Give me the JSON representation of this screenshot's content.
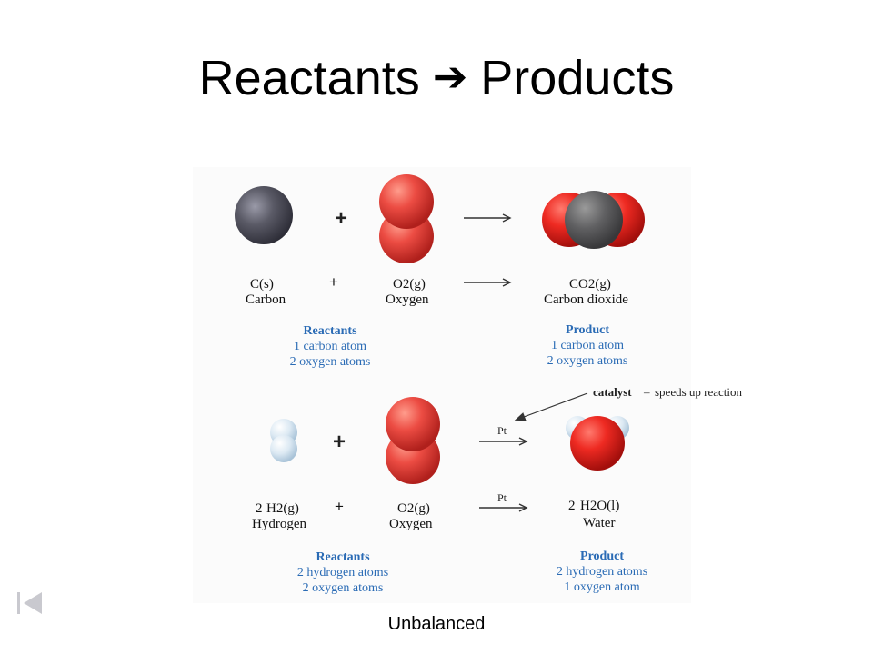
{
  "slide": {
    "title_left": "Reactants",
    "title_arrow": "➔",
    "title_right": "Products",
    "footer": "Unbalanced"
  },
  "reaction1": {
    "plus": "+",
    "reactant1_formula": "C(s)",
    "reactant1_name": "Carbon",
    "reactant2_formula": "O2(g)",
    "reactant2_name": "Oxygen",
    "product_formula": "CO2(g)",
    "product_name": "Carbon dioxide",
    "reactants_heading": "Reactants",
    "reactants_lines": [
      "1 carbon atom",
      "2 oxygen atoms"
    ],
    "product_heading": "Product",
    "product_lines": [
      "1 carbon atom",
      "2 oxygen atoms"
    ]
  },
  "annotation": {
    "term": "catalyst",
    "dash": "–",
    "text": "speeds up reaction"
  },
  "reaction2": {
    "plus": "+",
    "catalyst_label": "Pt",
    "reactant1_coef": "2",
    "reactant1_formula": "H2(g)",
    "reactant1_name": "Hydrogen",
    "reactant2_formula": "O2(g)",
    "reactant2_name": "Oxygen",
    "product_coef": "2",
    "product_formula": "H2O(l)",
    "product_name": "Water",
    "reactants_heading": "Reactants",
    "reactants_lines": [
      "2 hydrogen atoms",
      "2 oxygen atoms"
    ],
    "product_heading": "Product",
    "product_lines": [
      "2 hydrogen atoms",
      "1 oxygen atom"
    ]
  },
  "colors": {
    "carbon": "#55555f",
    "oxygen": "#e8443f",
    "hydrogen": "#dbe9f3",
    "label_blue": "#2a6bb5"
  },
  "icons": {
    "nav": "first-slide-icon"
  }
}
